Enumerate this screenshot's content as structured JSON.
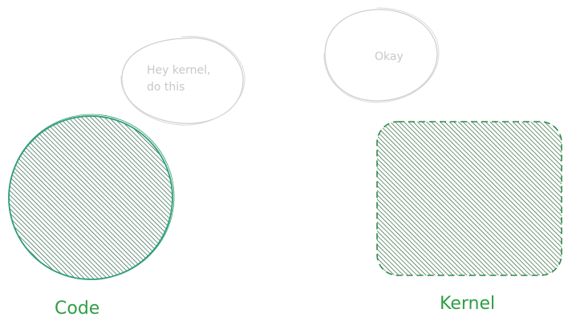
{
  "bubbles": {
    "request_text_line1": "Hey kernel,",
    "request_text_line2": "do this",
    "reply_text": "Okay"
  },
  "nodes": {
    "code_label": "Code",
    "kernel_label": "Kernel"
  },
  "colors": {
    "code_stroke": "#2f9e7a",
    "kernel_stroke": "#2f8a4a",
    "label_green": "#2f9e44",
    "bubble_stroke": "#cfcfcf",
    "bubble_text": "#c8c8c8",
    "hatch": "#1f5a3a"
  }
}
